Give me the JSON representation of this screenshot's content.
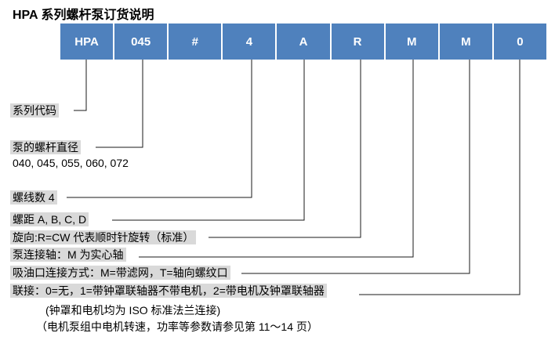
{
  "title": "HPA 系列螺杆泵订货说明",
  "code_boxes": [
    "HPA",
    "045",
    "#",
    "4",
    "A",
    "R",
    "M",
    "M",
    "0"
  ],
  "rows": {
    "series_code": "系列代码",
    "screw_diameter": "泵的螺杆直径",
    "diameter_options": "040, 045, 055, 060, 072",
    "thread_count": "螺线数 4",
    "pitch": "螺距 A, B, C, D",
    "rotation": "旋向:R=CW 代表顺时针旋转（标准）",
    "shaft": "泵连接轴：M 为实心轴",
    "suction": "吸油口连接方式：M=带滤网，T=轴向螺纹口",
    "coupling": "联接：0=无，1=带钟罩联轴器不带电机，2=带电机及钟罩联轴器",
    "note_flange": "(钟罩和电机均为 ISO 标准法兰连接)",
    "note_params": "（电机泵组中电机转速，功率等参数请参见第 11～14 页）"
  },
  "colors": {
    "box_blue": "#4f81bd",
    "box_text": "#ffffff",
    "highlight_gray": "#d9d9d9",
    "line_black": "#1a1a1a"
  }
}
